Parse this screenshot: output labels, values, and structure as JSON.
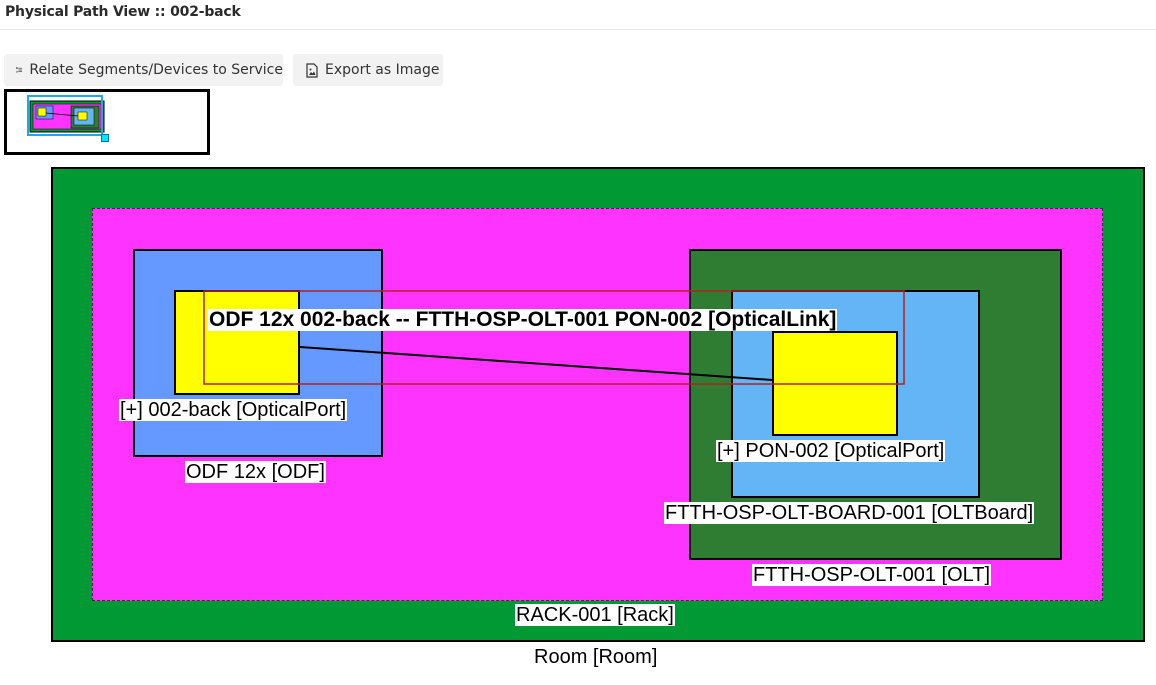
{
  "header": {
    "title": "Physical Path View :: 002-back"
  },
  "toolbar": {
    "relate_label": "Relate Segments/Devices to Service",
    "export_label": "Export as Image"
  },
  "colors": {
    "room": "#009933",
    "rack": "#ff33ff",
    "odf": "#6699ff",
    "olt": "#2e7d32",
    "olt_board": "#64b5f6",
    "port": "#ffff00",
    "link_box": "#b22222"
  },
  "diagram": {
    "room_label": "Room [Room]",
    "rack_label": "RACK-001 [Rack]",
    "odf_label": "ODF 12x [ODF]",
    "odf_port_label": "[+] 002-back [OpticalPort]",
    "olt_label": "FTTH-OSP-OLT-001 [OLT]",
    "olt_board_label": "FTTH-OSP-OLT-BOARD-001 [OLTBoard]",
    "olt_port_label": "[+] PON-002 [OpticalPort]",
    "link_label": "ODF 12x 002-back -- FTTH-OSP-OLT-001 PON-002 [OpticalLink]"
  }
}
